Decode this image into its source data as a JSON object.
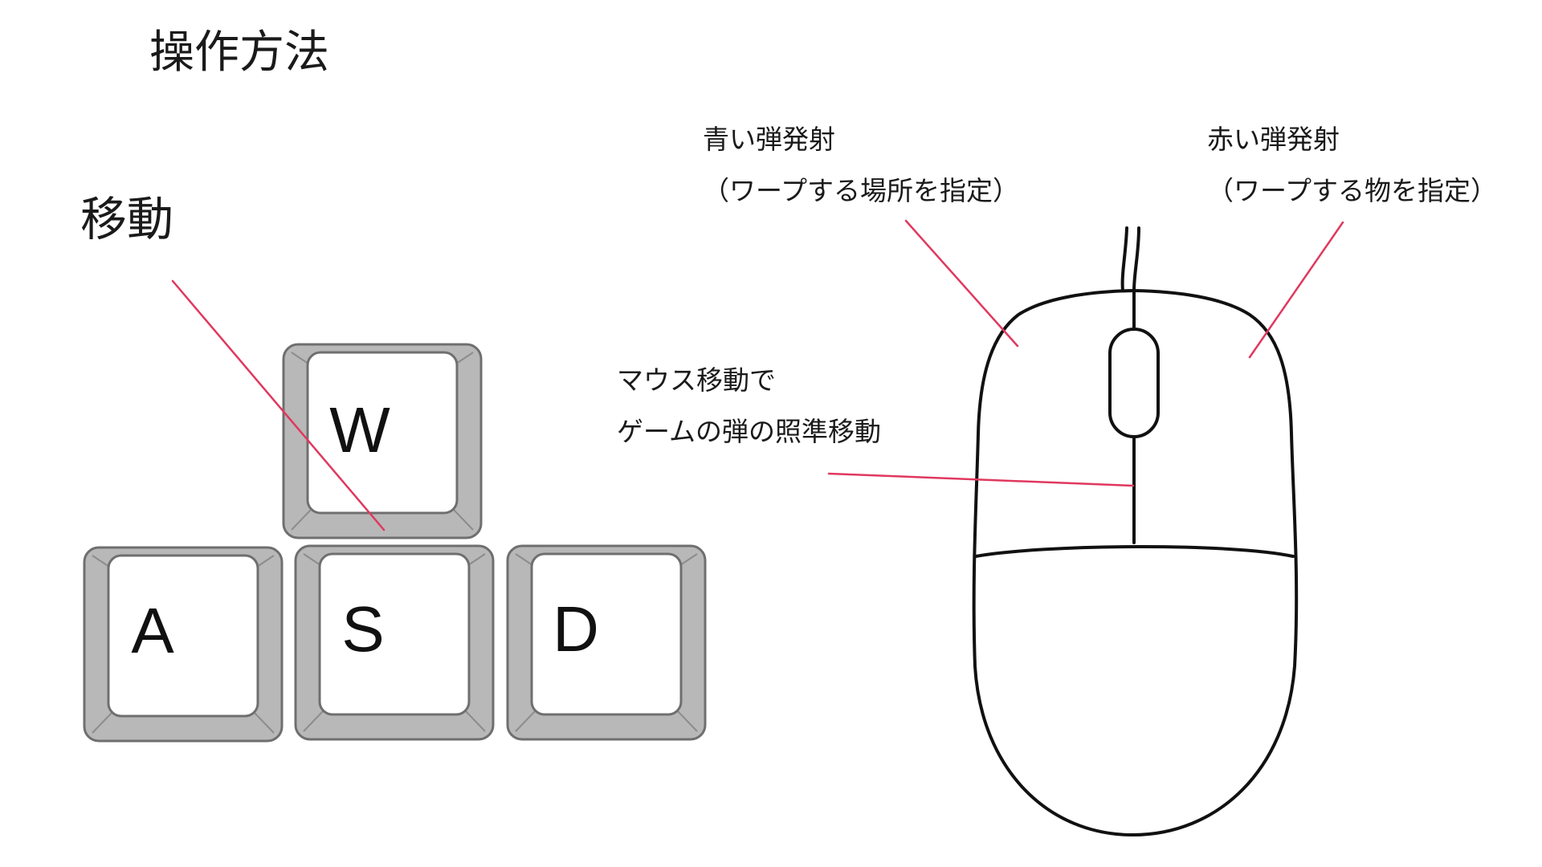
{
  "title": "操作方法",
  "movement": {
    "label": "移動",
    "keys": [
      "W",
      "A",
      "S",
      "D"
    ]
  },
  "mouse": {
    "left_button": {
      "line1": "青い弾発射",
      "line2": "（ワープする場所を指定）"
    },
    "right_button": {
      "line1": "赤い弾発射",
      "line2": "（ワープする物を指定）"
    },
    "movement": {
      "line1": "マウス移動で",
      "line2": "ゲームの弾の照準移動"
    }
  },
  "colors": {
    "pointer_line": "#e0385f",
    "keycap_outer": "#b8b8b8",
    "keycap_face": "#ffffff",
    "keycap_border": "#6f6f6f",
    "mouse_stroke": "#111111"
  }
}
